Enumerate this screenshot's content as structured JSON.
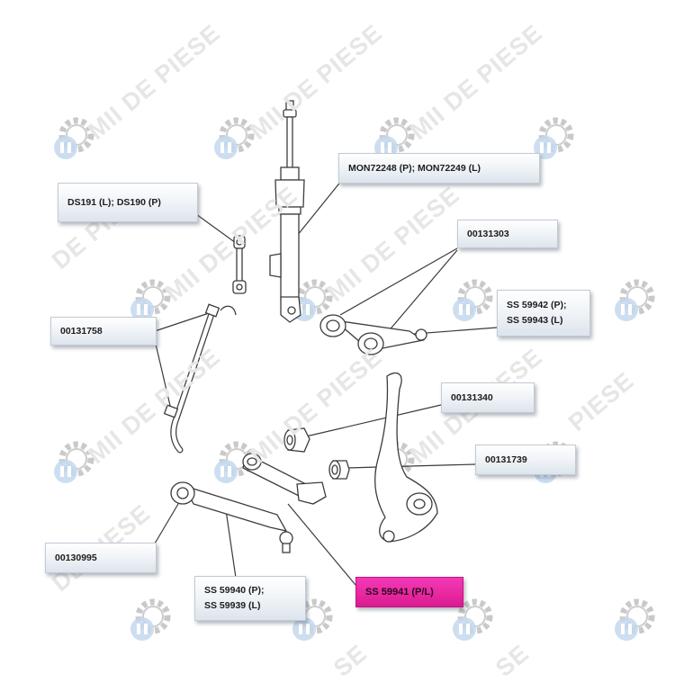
{
  "watermark": {
    "text": "MII DE PIESE",
    "text_fragments": [
      "DE PIESE",
      "PIESE",
      "SE"
    ]
  },
  "labels": [
    {
      "id": "strut",
      "lines": [
        "MON72248 (P);  MON72249 (L)"
      ],
      "highlight": false
    },
    {
      "id": "link",
      "lines": [
        "DS191 (L);  DS190  (P)"
      ],
      "highlight": false
    },
    {
      "id": "bush-upper",
      "lines": [
        "00131303"
      ],
      "highlight": false
    },
    {
      "id": "upper-arm",
      "lines": [
        "SS 59942 (P);",
        "SS 59943 (L)"
      ],
      "highlight": false
    },
    {
      "id": "stabilizer",
      "lines": [
        "00131758"
      ],
      "highlight": false
    },
    {
      "id": "bush-mid",
      "lines": [
        "00131340"
      ],
      "highlight": false
    },
    {
      "id": "bush-low",
      "lines": [
        "00131739"
      ],
      "highlight": false
    },
    {
      "id": "lower-bush",
      "lines": [
        "00130995"
      ],
      "highlight": false
    },
    {
      "id": "lower-arm",
      "lines": [
        "SS 59940 (P);",
        "SS 59939 (L)"
      ],
      "highlight": false
    },
    {
      "id": "tension-arm",
      "lines": [
        "SS 59941 (P/L)"
      ],
      "highlight": true
    }
  ],
  "colors": {
    "highlight": "#e8269f",
    "line": "#3a3a3a",
    "watermark_icon": "#bcd3ea",
    "watermark_gear": "#c8c8c8"
  },
  "icons": [
    "gear-logo-icon"
  ]
}
